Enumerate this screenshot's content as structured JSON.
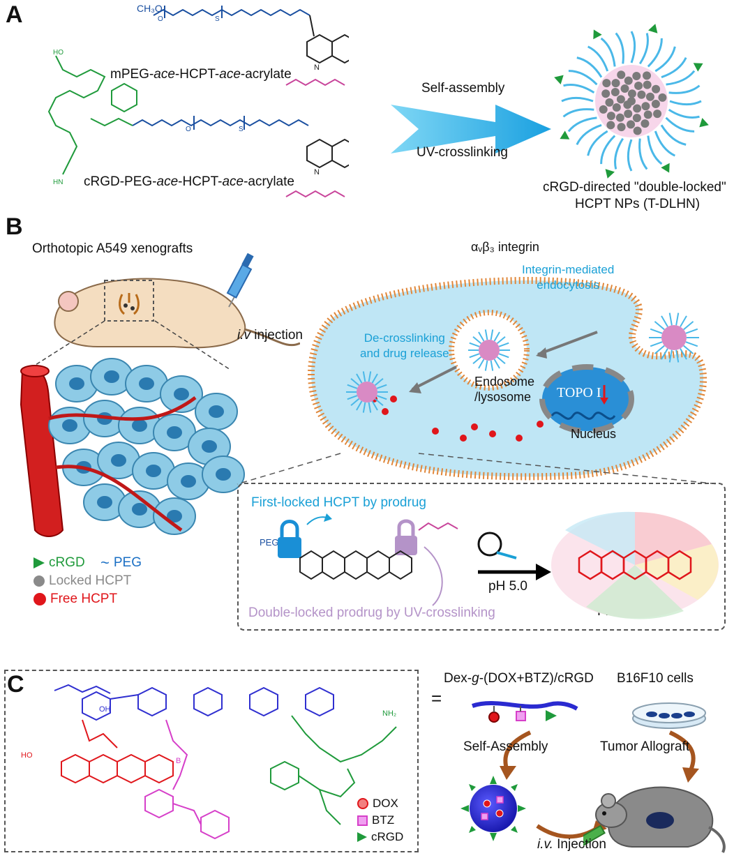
{
  "panels": {
    "a": {
      "letter": "A",
      "mpeg_label": "mPEG-",
      "mpeg_ace1": "ace",
      "mpeg_hcpt": "-HCPT-",
      "mpeg_ace2": "ace",
      "mpeg_tail": "-acrylate",
      "crgd_label": "cRGD-PEG-",
      "crgd_ace1": "ace",
      "crgd_hcpt": "-HCPT-",
      "crgd_ace2": "ace",
      "crgd_tail": "-acrylate",
      "ch3o": "CH₃O",
      "arrow_top": "Self-assembly",
      "arrow_bottom": "UV-crosslinking",
      "np_line1": "cRGD-directed \"double-locked\"",
      "np_line2": "HCPT  NPs (T-DLHN)"
    },
    "b": {
      "letter": "B",
      "mouse_title": "Orthotopic A549 xenografts",
      "injection_italic": "i.v",
      "injection_rest": " injection",
      "integrin": "αᵥβ₃ integrin",
      "endocytosis": "Integrin-mediated\nendocytosis",
      "decross1": "De-crosslinking",
      "decross2": "and drug release",
      "endosome1": "Endosome",
      "endosome2": "/lysosome",
      "topo": "TOPO I",
      "nucleus": "Nucleus",
      "legend": [
        {
          "label": "cRGD",
          "color": "#1f9a3b"
        },
        {
          "label": "PEG",
          "color": "#1a6fc4"
        },
        {
          "label": "Locked HCPT",
          "color": "#8a8a8a"
        },
        {
          "label": "Free HCPT",
          "color": "#e0161b"
        }
      ],
      "first_locked": "First-locked HCPT by prodrug",
      "double_locked": "Double-locked prodrug by UV-crosslinking",
      "ph": "pH 5.0",
      "free_hcpt": "Free HCPT",
      "peg_tag": "PEG"
    },
    "c": {
      "letter": "C",
      "formula_eq": "=",
      "formula_a": "Dex-",
      "formula_g": "g",
      "formula_b": "-(DOX+BTZ)/cRGD",
      "cells": "B16F10 cells",
      "self_assembly": "Self-Assembly",
      "allograft": "Tumor Allograft",
      "injection_italic": "i.v.",
      "injection_rest": " Injection",
      "legend": [
        {
          "label": "DOX",
          "color": "#e0161b"
        },
        {
          "label": "BTZ",
          "color": "#d63fc9"
        },
        {
          "label": "cRGD",
          "color": "#1f9a3b"
        }
      ]
    }
  },
  "colors": {
    "red": "#e0161b",
    "blue": "#1a4fa0",
    "green": "#1f9a3b",
    "pink": "#c8449a",
    "cyan": "#1aa0d6",
    "magenta": "#d63fc9"
  }
}
